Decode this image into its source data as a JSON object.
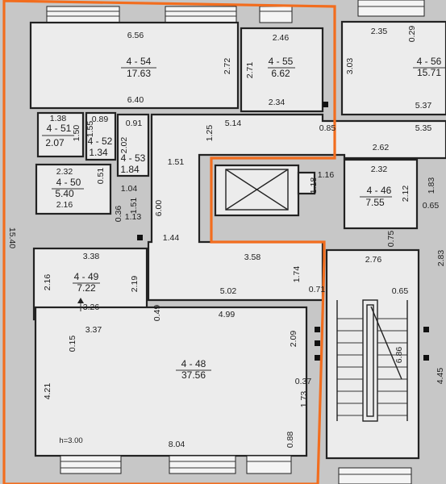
{
  "rooms": [
    {
      "id": "4 - 54",
      "area": "17.63"
    },
    {
      "id": "4 - 55",
      "area": "6.62"
    },
    {
      "id": "4 - 56",
      "area": "15.71"
    },
    {
      "id": "4 - 51",
      "area": "2.07"
    },
    {
      "id": "4 - 52",
      "area": "1.34"
    },
    {
      "id": "4 - 53",
      "area": "1.84"
    },
    {
      "id": "4 - 50",
      "area": "5.40"
    },
    {
      "id": "4 - 46",
      "area": "7.55"
    },
    {
      "id": "4 - 49",
      "area": "7.22"
    },
    {
      "id": "4 - 48",
      "area": "37.56"
    }
  ],
  "dimensions": {
    "r54_top": "6.56",
    "r54_bottom": "6.40",
    "r54_side": "2.72",
    "r55_top": "2.46",
    "r55_side_left": "2.71",
    "r55_bottom": "2.34",
    "r55_side_right": "3.03",
    "r56_top": "2.35",
    "r56_side": "0.29",
    "r56_bottom": "5.37",
    "r51_top": "1.38",
    "r51_side": "1.50",
    "r52_top": "0.89",
    "r52_side": "1.55",
    "r53_top": "0.91",
    "r53_side": "2.02",
    "corridor_a": "1.25",
    "corridor_b": "5.14",
    "corridor_c": "0.85",
    "corridor_d": "5.35",
    "corridor_e": "2.62",
    "corridor_f": "1.51",
    "r50_top": "2.32",
    "r50_side": "0.51",
    "r50_bottom": "2.16",
    "small_a": "1.04",
    "small_b": "1.51",
    "small_c": "0.36",
    "small_d": "1.13",
    "small_e": "6.00",
    "elev_a": "1.16",
    "elev_b": "1.18",
    "r46_top": "2.32",
    "r46_side": "2.12",
    "r46_right_a": "1.83",
    "r46_right_b": "0.65",
    "r46_bottom": "0.75",
    "stair_top": "2.76",
    "stair_right": "2.83",
    "stair_a": "0.65",
    "stair_height": "6.86",
    "stair_side": "4.45",
    "hall_a": "1.44",
    "hall_b": "3.58",
    "hall_c": "1.74",
    "hall_d": "0.71",
    "hall_e": "5.02",
    "r49_top": "3.38",
    "r49_left": "2.16",
    "r49_right": "2.19",
    "r49_bottom": "3.26",
    "r48_a": "0.49",
    "r48_top": "4.99",
    "r48_b": "3.37",
    "r48_c": "0.15",
    "r48_right_a": "2.09",
    "r48_right_b": "0.37",
    "r48_right_c": "1.73",
    "r48_left": "4.21",
    "r48_bottom": "8.04",
    "r48_d": "0.88",
    "edge_label": "15.40"
  },
  "notes": {
    "ceiling_height": "h=3.00"
  },
  "colors": {
    "highlight": "#f26d1e",
    "paper": "#ececec",
    "background": "#c7c7c7"
  }
}
